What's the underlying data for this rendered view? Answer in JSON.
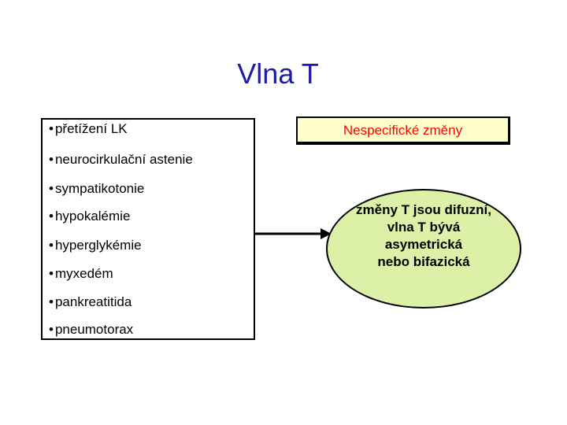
{
  "slide": {
    "title": "Vlna T",
    "list_items": [
      "přetížení LK",
      "neurocirkulační astenie",
      "sympatikotonie",
      "hypokalémie",
      "hyperglykémie",
      "myxedém",
      "pankreatitida",
      "pneumotorax"
    ],
    "header_label": "Nespecifické změny",
    "ellipse_lines": [
      "změny T jsou  difuzní,",
      "vlna T bývá",
      "asymetrická",
      "nebo bifazická"
    ],
    "bullet": "•"
  },
  "colors": {
    "title": "#1c1ca8",
    "header_text": "#ff0000",
    "header_bg": "#ffffcc",
    "ellipse_bg": "#ddf0a8"
  }
}
